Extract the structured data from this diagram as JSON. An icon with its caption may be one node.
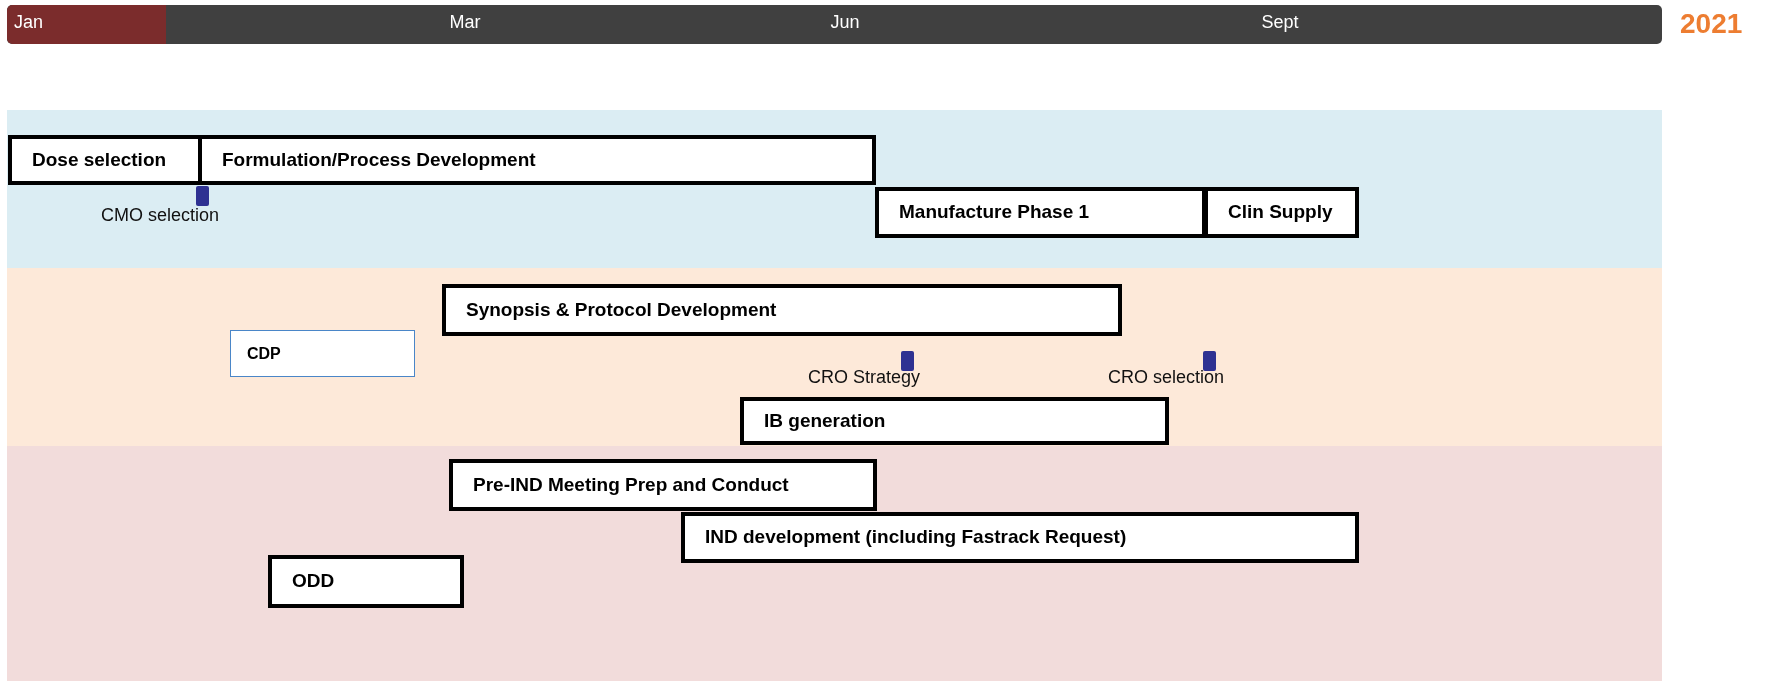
{
  "diagram": {
    "nodes": [
      {
        "text": [],
        "shape": "band"
      },
      {
        "text": [
          "Dose selection"
        ],
        "in": 0
      },
      {
        "text": [
          "Formulation/Process Development"
        ],
        "in": 0
      },
      {
        "text": [],
        "shape": "box",
        "beside": [
          "CMO selection"
        ],
        "in": 0
      },
      {
        "text": [
          "Manufacture Phase 1"
        ],
        "in": 0
      },
      {
        "text": [
          "Clin Supply"
        ],
        "in": 0
      },
      {
        "text": [],
        "shape": "band"
      },
      {
        "text": [
          "Synopsis & Protocol Development"
        ],
        "in": 6
      },
      {
        "text": [
          "CDP"
        ],
        "in": 6
      },
      {
        "text": [],
        "shape": "box",
        "beside": [
          "CRO Strategy"
        ],
        "in": 6
      },
      {
        "text": [],
        "shape": "box",
        "beside": [
          "CRO selection"
        ],
        "in": 6
      },
      {
        "text": [
          "IB generation"
        ],
        "in": 6
      },
      {
        "text": [],
        "shape": "band"
      },
      {
        "text": [
          "Pre-IND Meeting Prep and Conduct"
        ],
        "in": 12
      },
      {
        "text": [
          "IND development (including Fastrack Request)"
        ],
        "in": 12
      },
      {
        "text": [
          "ODD"
        ],
        "in": 12
      }
    ],
    "labels": [
      "Jan",
      "Mar",
      "Jun",
      "Sept",
      "2021"
    ]
  }
}
